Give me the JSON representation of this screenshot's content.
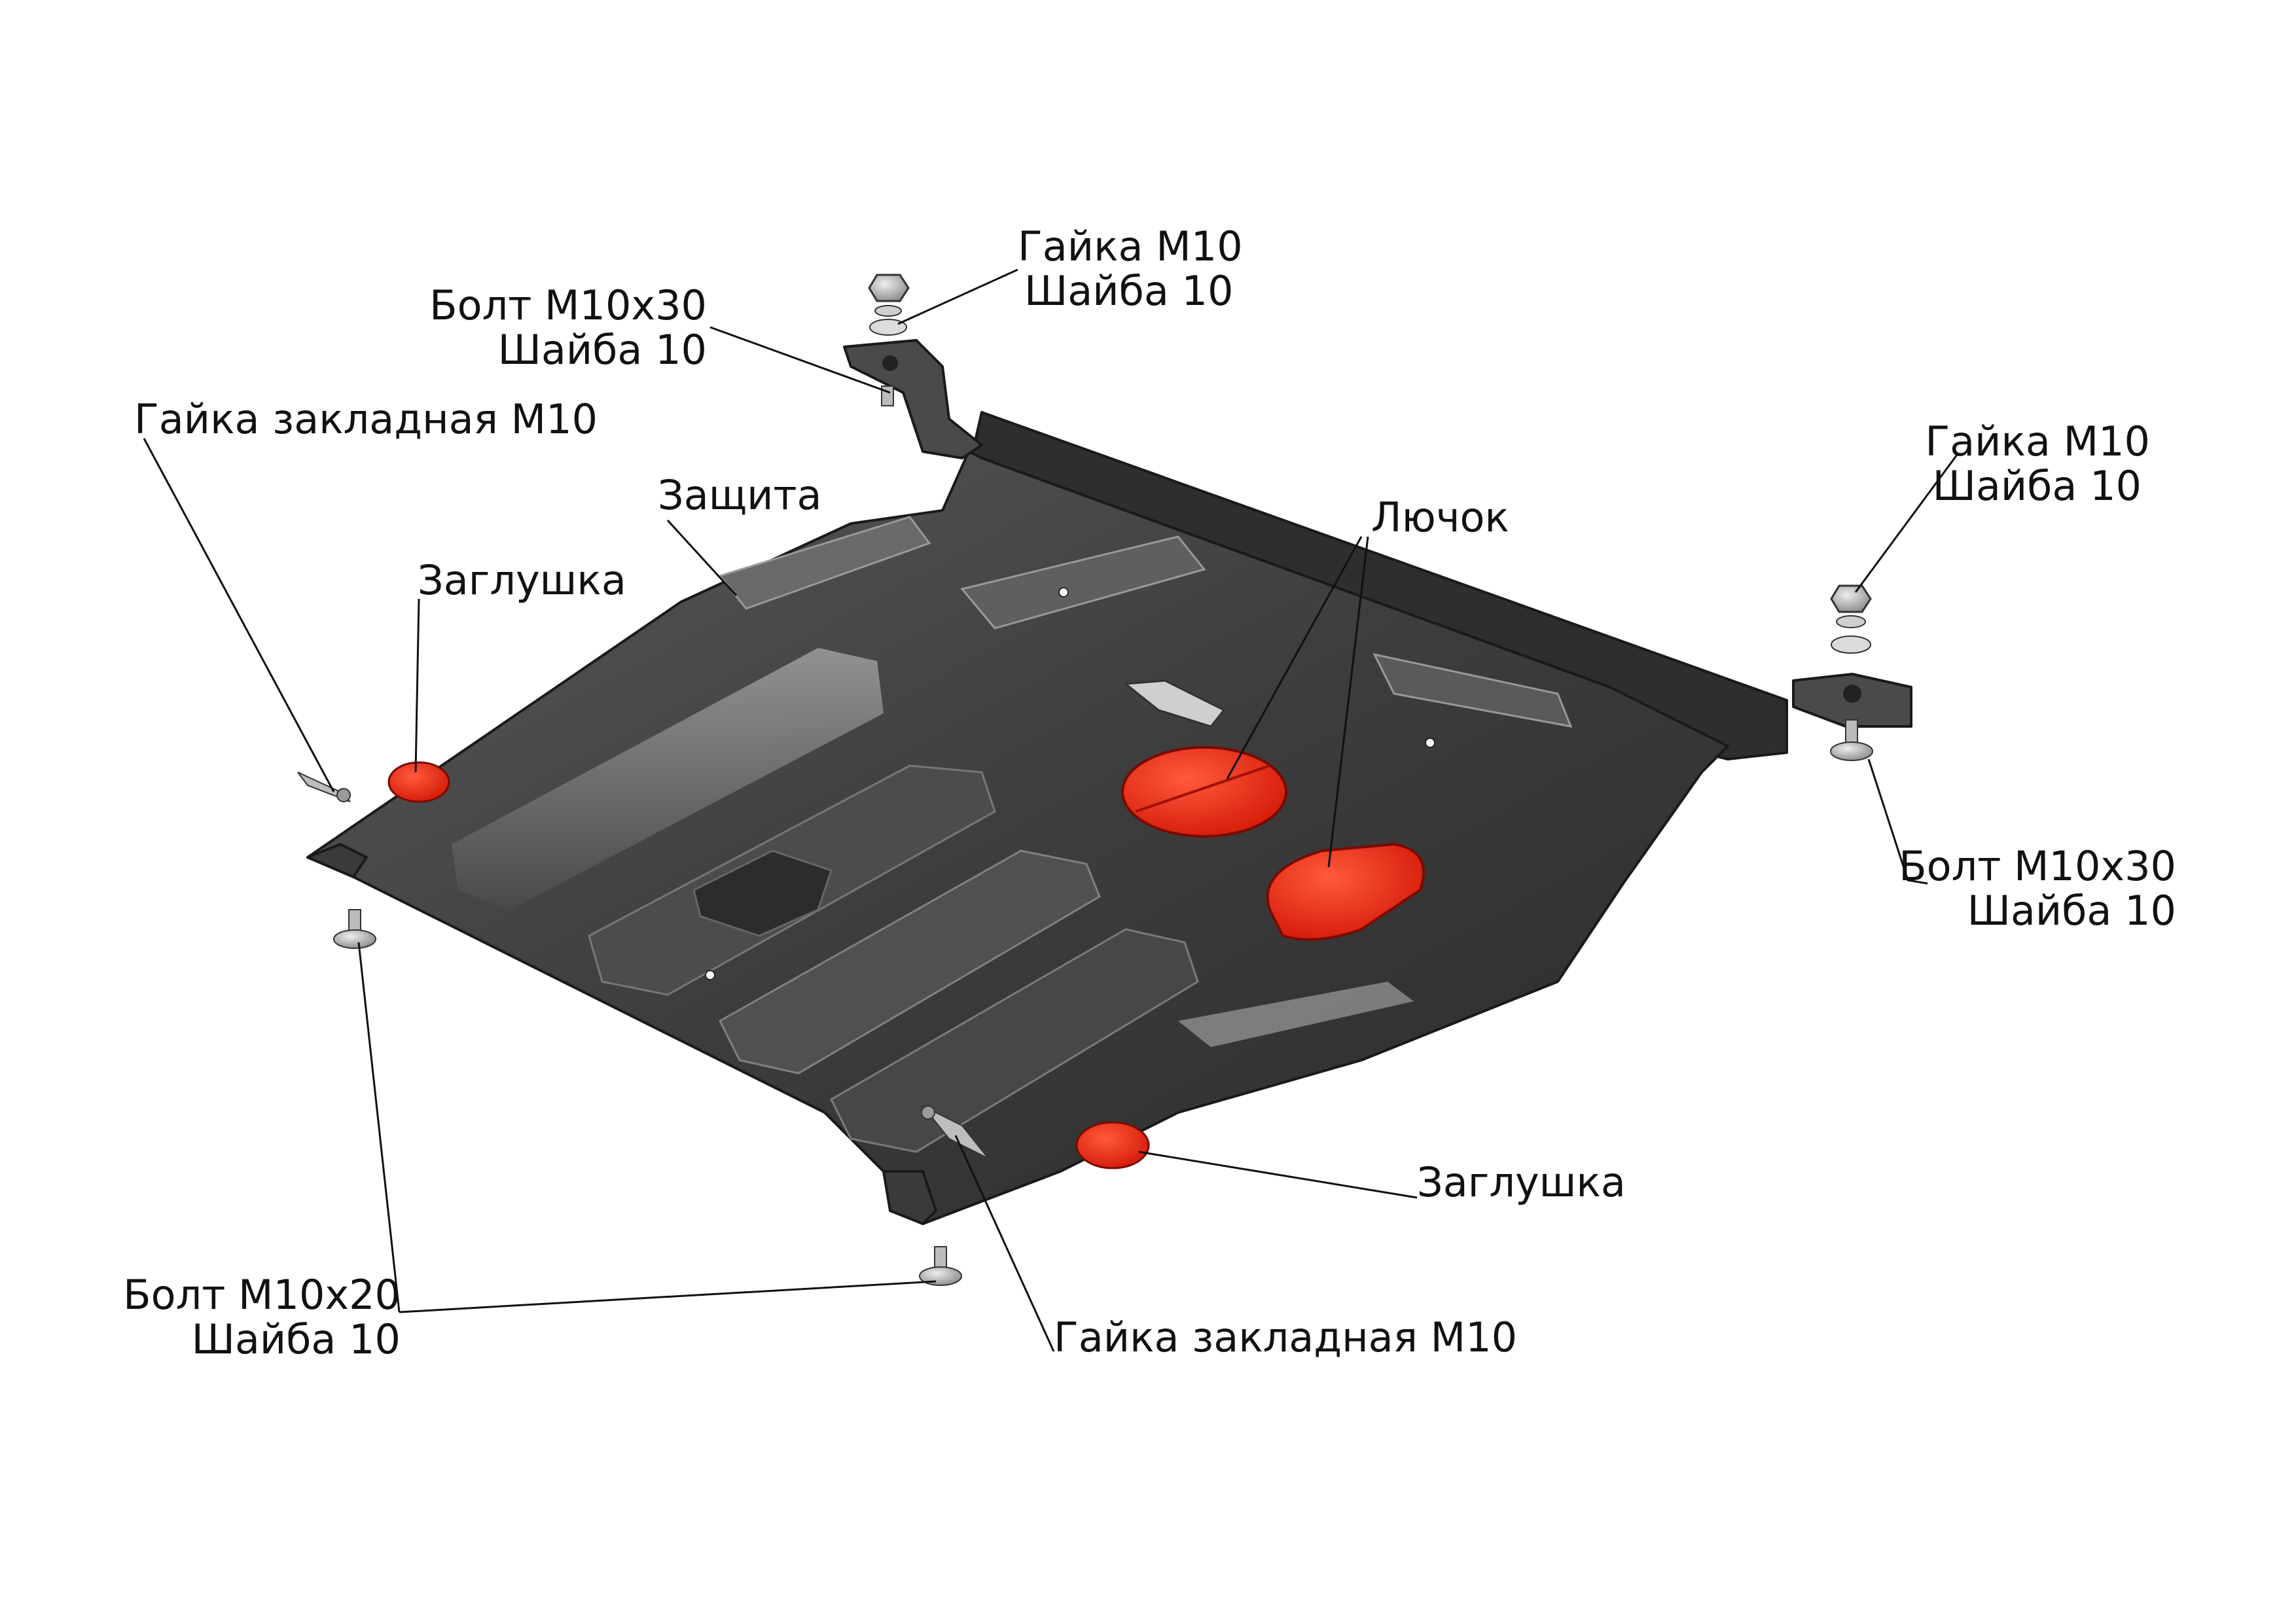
{
  "labels": {
    "nut_top": {
      "line1": "Гайка М10",
      "line2": "Шайба 10"
    },
    "bolt_top": {
      "line1": "Болт М10х30",
      "line2": "Шайба 10"
    },
    "embedded_nut_left": "Гайка закладная М10",
    "guard": "Защита",
    "plug_left": "Заглушка",
    "hatch": "Лючок",
    "nut_right": {
      "line1": "Гайка М10",
      "line2": "Шайба 10"
    },
    "bolt_right": {
      "line1": "Болт М10х30",
      "line2": "Шайба 10"
    },
    "plug_bottom": "Заглушка",
    "bolt_bottom": {
      "line1": "Болт М10х20",
      "line2": "Шайба 10"
    },
    "embedded_nut_bottom": "Гайка закладная М10"
  },
  "colors": {
    "plate_dark": "#3a3a3a",
    "plate_mid": "#555555",
    "plate_light": "#7a7a7a",
    "highlight_red": "#e8200f",
    "fastener_grey": "#bdbdbd"
  }
}
